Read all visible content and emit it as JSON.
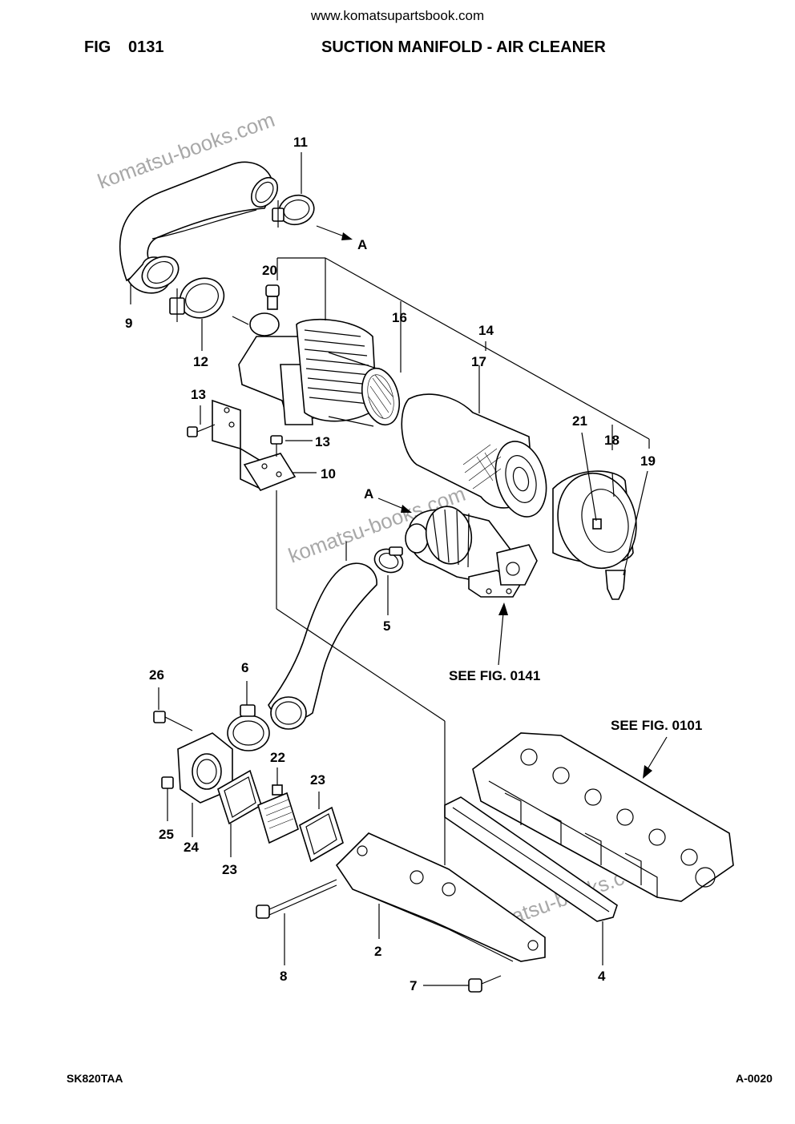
{
  "header": {
    "site_url": "www.komatsupartsbook.com",
    "fig_label": "FIG",
    "fig_number": "0131",
    "title": "SUCTION MANIFOLD - AIR CLEANER"
  },
  "footer": {
    "model_code": "SK820TAA",
    "page_code": "A-0020"
  },
  "watermarks": [
    "komatsu-books.com",
    "komatsu-books.com",
    "komatsu-books.com"
  ],
  "callouts": {
    "p2": "2",
    "p4": "4",
    "p5": "5",
    "p6": "6",
    "p7": "7",
    "p8": "8",
    "p9": "9",
    "p10": "10",
    "p11": "11",
    "p12": "12",
    "p13a": "13",
    "p13b": "13",
    "p14": "14",
    "p16": "16",
    "p17": "17",
    "p18": "18",
    "p19": "19",
    "p20": "20",
    "p21": "21",
    "p22": "22",
    "p23a": "23",
    "p23b": "23",
    "p24": "24",
    "p25": "25",
    "p26": "26"
  },
  "refs": {
    "arrow_a_top": "A",
    "arrow_a_mid": "A",
    "see_fig_0141": "SEE FIG. 0141",
    "see_fig_0101": "SEE FIG. 0101"
  }
}
